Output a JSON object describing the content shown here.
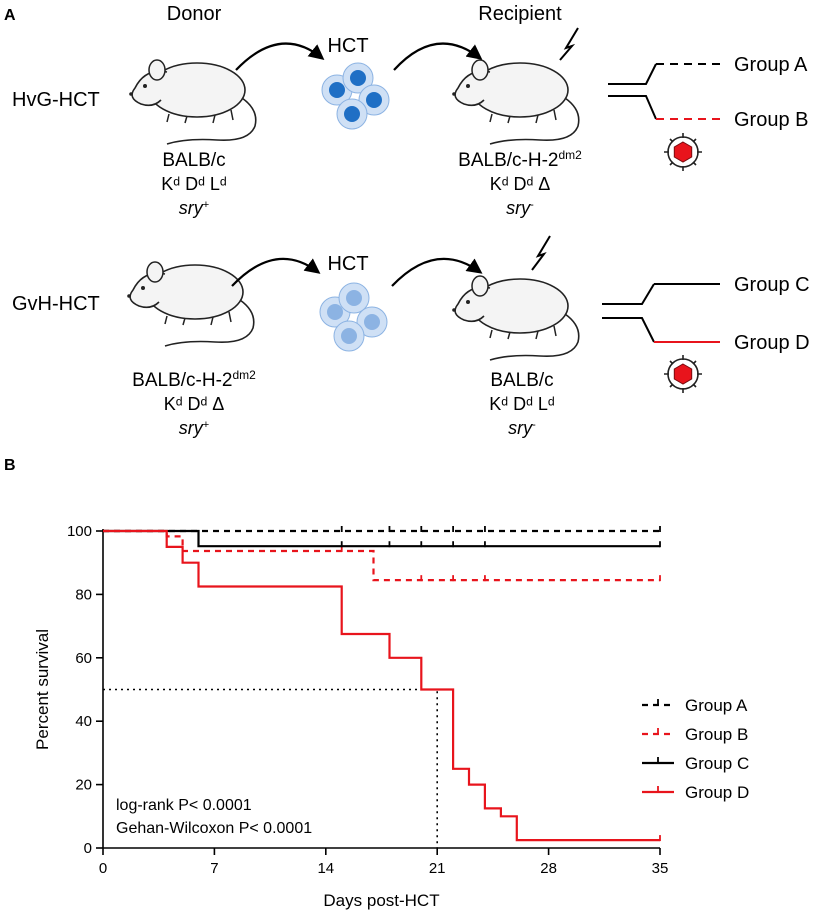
{
  "panel_a": {
    "label": "A",
    "col_donor": "Donor",
    "col_recipient": "Recipient",
    "rows": [
      {
        "name": "HvG-HCT",
        "transfer": "HCT",
        "donor_strain": "BALB/c",
        "donor_haplotype": "Kᵈ Dᵈ Lᵈ",
        "donor_sry": "sry",
        "donor_sry_sup": "+",
        "recipient_strain": "BALB/c-H-2",
        "recipient_strain_sup": "dm2",
        "recipient_haplotype": "Kᵈ Dᵈ Δ",
        "recipient_sry": "sry",
        "recipient_sry_sup": "-",
        "groups": [
          "Group A",
          "Group B"
        ]
      },
      {
        "name": "GvH-HCT",
        "transfer": "HCT",
        "donor_strain": "BALB/c-H-2",
        "donor_strain_sup": "dm2",
        "donor_haplotype": "Kᵈ Dᵈ Δ",
        "donor_sry": "sry",
        "donor_sry_sup": "+",
        "recipient_strain": "BALB/c",
        "recipient_haplotype": "Kᵈ Dᵈ Lᵈ",
        "recipient_sry": "sry",
        "recipient_sry_sup": "-",
        "groups": [
          "Group C",
          "Group D"
        ]
      }
    ],
    "colors": {
      "red": "#e8141c",
      "cell_dark": "#1f6fc5",
      "cell_light": "#8cb3e3",
      "cell_bg": "#cfe0f5"
    }
  },
  "chart_data": {
    "label": "B",
    "type": "line",
    "subtype": "kaplan-meier",
    "xlabel": "Days post-HCT",
    "ylabel": "Percent survival",
    "xlim": [
      0,
      35
    ],
    "ylim": [
      0,
      100
    ],
    "xticks": [
      0,
      7,
      14,
      21,
      28,
      35
    ],
    "yticks": [
      0,
      20,
      40,
      60,
      80,
      100
    ],
    "median_survival": {
      "x": 21,
      "y": 50
    },
    "annotations": [
      "log-rank P< 0.0001",
      "Gehan-Wilcoxon P< 0.0001"
    ],
    "legend_position": "bottom-right",
    "series": [
      {
        "name": "Group A",
        "color": "#000000",
        "dashed": true,
        "steps": [
          [
            0,
            100
          ],
          [
            35,
            100
          ]
        ],
        "censors": [
          15,
          18,
          20,
          22,
          24,
          35
        ]
      },
      {
        "name": "Group B",
        "color": "#e8141c",
        "dashed": true,
        "steps": [
          [
            0,
            100
          ],
          [
            4,
            100
          ],
          [
            4,
            98.3
          ],
          [
            5,
            98.3
          ],
          [
            5,
            93.7
          ],
          [
            17,
            93.7
          ],
          [
            17,
            84.5
          ],
          [
            35,
            84.5
          ]
        ],
        "censors": [
          15,
          20,
          22,
          24,
          35
        ]
      },
      {
        "name": "Group C",
        "color": "#000000",
        "dashed": false,
        "steps": [
          [
            0,
            100
          ],
          [
            6,
            100
          ],
          [
            6,
            95.2
          ],
          [
            35,
            95.2
          ]
        ],
        "censors": [
          15,
          18,
          20,
          22,
          24,
          35
        ]
      },
      {
        "name": "Group D",
        "color": "#e8141c",
        "dashed": false,
        "steps": [
          [
            0,
            100
          ],
          [
            4,
            100
          ],
          [
            4,
            95
          ],
          [
            5,
            95
          ],
          [
            5,
            90
          ],
          [
            6,
            90
          ],
          [
            6,
            82.5
          ],
          [
            15,
            82.5
          ],
          [
            15,
            67.5
          ],
          [
            18,
            67.5
          ],
          [
            18,
            60
          ],
          [
            20,
            60
          ],
          [
            20,
            50
          ],
          [
            22,
            50
          ],
          [
            22,
            25
          ],
          [
            23,
            25
          ],
          [
            23,
            20
          ],
          [
            24,
            20
          ],
          [
            24,
            12.5
          ],
          [
            25,
            12.5
          ],
          [
            25,
            10
          ],
          [
            26,
            10
          ],
          [
            26,
            2.5
          ],
          [
            35,
            2.5
          ]
        ],
        "censors": [
          35
        ]
      }
    ]
  }
}
